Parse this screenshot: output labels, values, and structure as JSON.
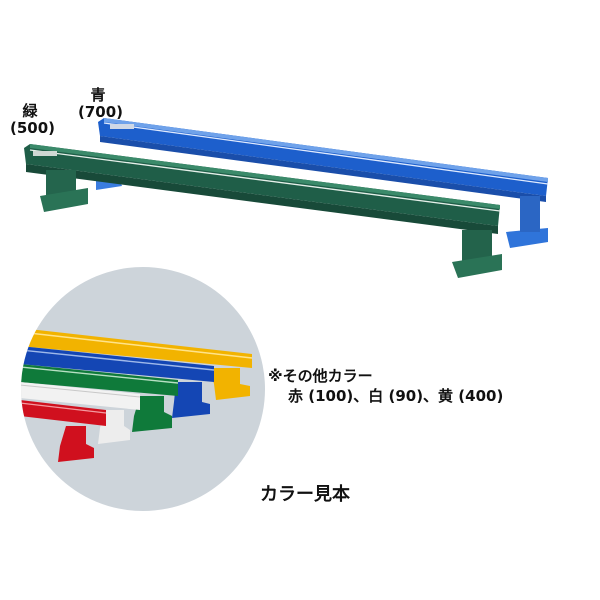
{
  "product": {
    "labels": [
      {
        "name": "緑",
        "code": "(500)",
        "color": "#1e5a45"
      },
      {
        "name": "青",
        "code": "(700)",
        "color": "#1c5cc0"
      }
    ]
  },
  "other_colors": {
    "title": "※その他カラー",
    "list": "赤 (100)、白 (90)、黄 (400)",
    "swatches": [
      {
        "name": "yellow",
        "color": "#f2b300"
      },
      {
        "name": "blue",
        "color": "#1446b4"
      },
      {
        "name": "green",
        "color": "#0f7a3a"
      },
      {
        "name": "white",
        "color": "#f2f2f2"
      },
      {
        "name": "red",
        "color": "#d0101e"
      }
    ]
  },
  "caption": "カラー見本",
  "background_circle_color": "#cdd4da"
}
